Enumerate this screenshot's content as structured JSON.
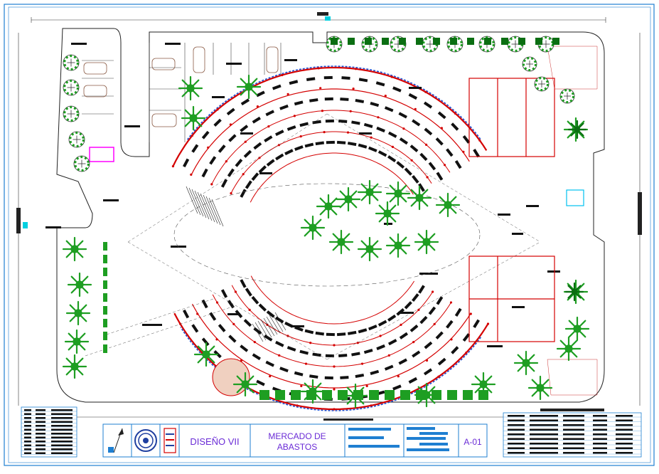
{
  "colors": {
    "frame": "#1f7fd1",
    "wall": "#d40000",
    "stall": "#111111",
    "tree": "#1e9e22",
    "tree_dark": "#0b6e12",
    "title_text": "#6a2bd6",
    "accent_cyan": "#00d0e0",
    "magenta": "#ff00ff"
  },
  "title_block": {
    "course": "DISEÑO VII",
    "project_line1": "MERCADO DE",
    "project_line2": "ABASTOS",
    "sheet_id": "A-01"
  },
  "icons": [
    "north-arrow-icon",
    "university-seal-icon",
    "faculty-logo-icon"
  ]
}
